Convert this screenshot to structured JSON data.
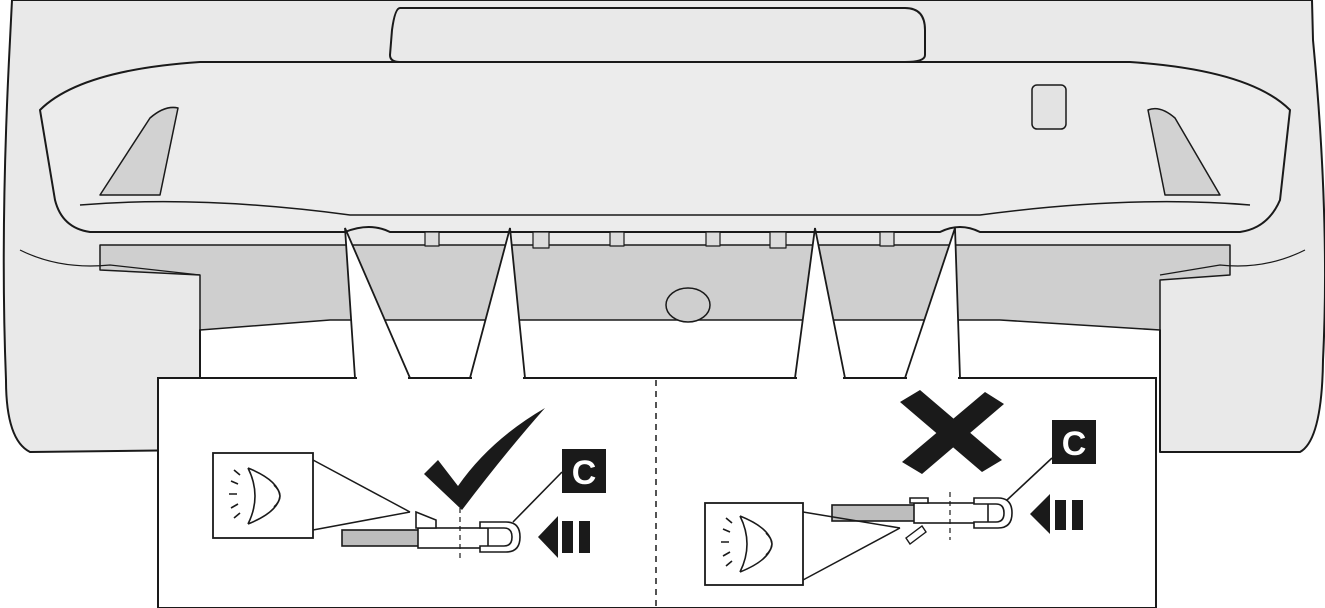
{
  "figure": {
    "kind": "vehicle rear bumper clip installation illustration",
    "left_detail": {
      "verdict": "correct",
      "verdict_icon": "checkmark-icon",
      "part_label": "C"
    },
    "right_detail": {
      "verdict": "incorrect",
      "verdict_icon": "x-mark-icon",
      "part_label": "C"
    }
  },
  "colors": {
    "outline": "#1a1a1a",
    "body_fill": "#e9e9e9",
    "body_shade": "#d2d2d2",
    "under_fill": "#cfcfcf",
    "bar_fill": "#bdbdbd",
    "badge_fill": "#1a1a1a"
  }
}
